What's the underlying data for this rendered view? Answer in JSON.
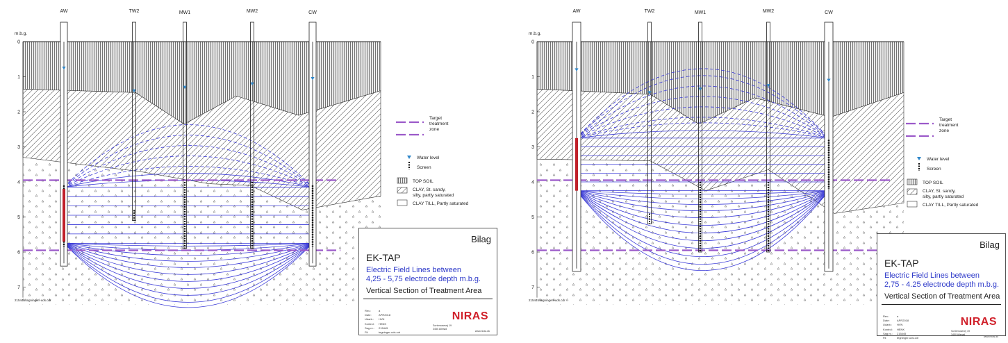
{
  "panels": [
    {
      "wells": [
        "AW",
        "TW2",
        "MW1",
        "MW2",
        "CW"
      ],
      "axis_unit": "m.b.g.",
      "depth_ticks": [
        "0",
        "1",
        "2",
        "3",
        "4",
        "5",
        "6",
        "7"
      ],
      "legend": {
        "target_zone": [
          "Target",
          "treatment",
          "zone"
        ],
        "water_level": "Water level",
        "screen": "Screen",
        "top_soil": "TOP SOIL",
        "clay_sandy": [
          "CLAY, St. sandy,",
          "silty, partly saturated"
        ],
        "clay_till": "CLAY TILL, Partly saturated"
      },
      "file_label": "215445\\tegninger\\-uds.cdr",
      "info": {
        "bilag": "Bilag",
        "project": "EK-TAP",
        "desc_line1": "Electric Field Lines between",
        "desc_line2": "4,25 - 5,75 electrode depth m.b.g.",
        "section": "Vertical Section of Treatment Area",
        "meta": [
          [
            "Rev.:",
            "a"
          ],
          [
            "Date:",
            "APR2018"
          ],
          [
            "Udarb.:",
            "HVN"
          ],
          [
            "Kontrol:",
            "HENK"
          ],
          [
            "Sag nr.:",
            "215445"
          ],
          [
            "Fil:",
            "tegninger-uds.cdr"
          ]
        ],
        "logo": "NIRAS",
        "address": [
          "Sortemosevej 19",
          "3450 Allerød"
        ],
        "web": "www.niras.dk"
      }
    },
    {
      "wells": [
        "AW",
        "TW2",
        "MW1",
        "MW2",
        "CW"
      ],
      "axis_unit": "m.b.g.",
      "depth_ticks": [
        "0",
        "1",
        "2",
        "3",
        "4",
        "5",
        "6",
        "7"
      ],
      "legend": {
        "target_zone": [
          "Target",
          "treatment",
          "zone"
        ],
        "water_level": "Water level",
        "screen": "Screen",
        "top_soil": "TOP SOIL",
        "clay_sandy": [
          "CLAY, St. sandy,",
          "silty, partly saturated"
        ],
        "clay_till": "CLAY TILL, Partly saturated"
      },
      "file_label": "215445\\tegninger\\-uds.cdr",
      "info": {
        "bilag": "Bilag",
        "project": "EK-TAP",
        "desc_line1": "Electric Field Lines between",
        "desc_line2": "2,75 - 4.25 electrode depth m.b.g.",
        "section": "Vertical Section of Treatment Area",
        "meta": [
          [
            "Rev.:",
            "a"
          ],
          [
            "Date:",
            "APR2018"
          ],
          [
            "Udarb.:",
            "HVN"
          ],
          [
            "Kontrol:",
            "HENK"
          ],
          [
            "Sag nr.:",
            "215445"
          ],
          [
            "Fil:",
            "tegninger-uds.cdr"
          ]
        ],
        "logo": "NIRAS",
        "address": [
          "Sortemosevej 19",
          "3450 Allerød"
        ],
        "web": "www.niras.dk"
      }
    }
  ],
  "colors": {
    "field_line": "#3a3ad8",
    "target_zone": "#9b59c9",
    "anode_red": "#c0202a",
    "water_marker": "#2e86c9"
  }
}
